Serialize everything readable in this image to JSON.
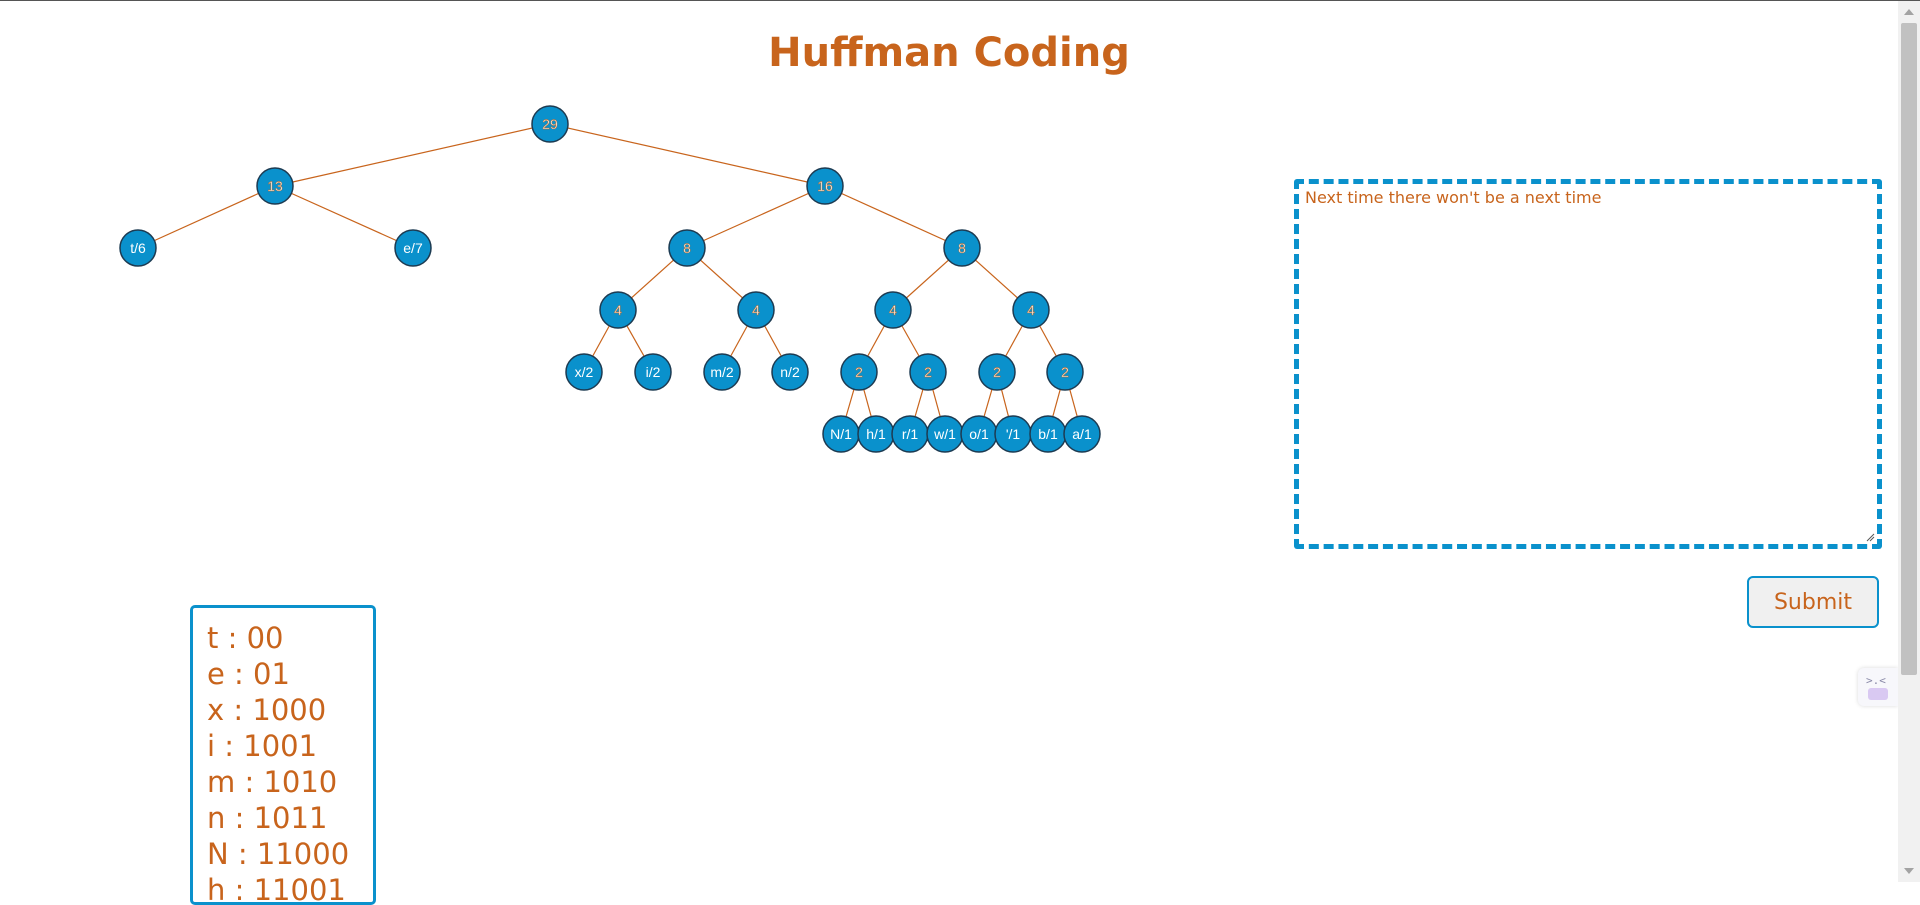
{
  "page": {
    "title": "Huffman Coding"
  },
  "colors": {
    "accent": "#c8641c",
    "node_fill": "#0a91cc",
    "border": "#0a91cc"
  },
  "tree": {
    "nodes": [
      {
        "id": "n29",
        "label": "29",
        "kind": "internal"
      },
      {
        "id": "n13",
        "label": "13",
        "kind": "internal"
      },
      {
        "id": "n16",
        "label": "16",
        "kind": "internal"
      },
      {
        "id": "t",
        "label": "t/6",
        "kind": "leaf"
      },
      {
        "id": "e",
        "label": "e/7",
        "kind": "leaf"
      },
      {
        "id": "n8a",
        "label": "8",
        "kind": "internal"
      },
      {
        "id": "n8b",
        "label": "8",
        "kind": "internal"
      },
      {
        "id": "n4a",
        "label": "4",
        "kind": "internal"
      },
      {
        "id": "n4b",
        "label": "4",
        "kind": "internal"
      },
      {
        "id": "n4c",
        "label": "4",
        "kind": "internal"
      },
      {
        "id": "n4d",
        "label": "4",
        "kind": "internal"
      },
      {
        "id": "x",
        "label": "x/2",
        "kind": "leaf"
      },
      {
        "id": "i",
        "label": "i/2",
        "kind": "leaf"
      },
      {
        "id": "m",
        "label": "m/2",
        "kind": "leaf"
      },
      {
        "id": "n",
        "label": "n/2",
        "kind": "leaf"
      },
      {
        "id": "n2a",
        "label": "2",
        "kind": "internal"
      },
      {
        "id": "n2b",
        "label": "2",
        "kind": "internal"
      },
      {
        "id": "n2c",
        "label": "2",
        "kind": "internal"
      },
      {
        "id": "n2d",
        "label": "2",
        "kind": "internal"
      },
      {
        "id": "N",
        "label": "N/1",
        "kind": "leaf"
      },
      {
        "id": "h",
        "label": "h/1",
        "kind": "leaf"
      },
      {
        "id": "r",
        "label": "r/1",
        "kind": "leaf"
      },
      {
        "id": "w",
        "label": "w/1",
        "kind": "leaf"
      },
      {
        "id": "o",
        "label": "o/1",
        "kind": "leaf"
      },
      {
        "id": "apos",
        "label": "'/1",
        "kind": "leaf"
      },
      {
        "id": "b",
        "label": "b/1",
        "kind": "leaf"
      },
      {
        "id": "a",
        "label": "a/1",
        "kind": "leaf"
      }
    ],
    "edges": [
      [
        "n29",
        "n13"
      ],
      [
        "n29",
        "n16"
      ],
      [
        "n13",
        "t"
      ],
      [
        "n13",
        "e"
      ],
      [
        "n16",
        "n8a"
      ],
      [
        "n16",
        "n8b"
      ],
      [
        "n8a",
        "n4a"
      ],
      [
        "n8a",
        "n4b"
      ],
      [
        "n8b",
        "n4c"
      ],
      [
        "n8b",
        "n4d"
      ],
      [
        "n4a",
        "x"
      ],
      [
        "n4a",
        "i"
      ],
      [
        "n4b",
        "m"
      ],
      [
        "n4b",
        "n"
      ],
      [
        "n4c",
        "n2a"
      ],
      [
        "n4c",
        "n2b"
      ],
      [
        "n4d",
        "n2c"
      ],
      [
        "n4d",
        "n2d"
      ],
      [
        "n2a",
        "N"
      ],
      [
        "n2a",
        "h"
      ],
      [
        "n2b",
        "r"
      ],
      [
        "n2b",
        "w"
      ],
      [
        "n2c",
        "o"
      ],
      [
        "n2c",
        "apos"
      ],
      [
        "n2d",
        "b"
      ],
      [
        "n2d",
        "a"
      ]
    ]
  },
  "input": {
    "value": "Next time there won't be a next time"
  },
  "submit": {
    "label": "Submit"
  },
  "codes": [
    {
      "text": "t : 00"
    },
    {
      "text": "e : 01"
    },
    {
      "text": "x : 1000"
    },
    {
      "text": "i : 1001"
    },
    {
      "text": "m : 1010"
    },
    {
      "text": "n : 1011"
    },
    {
      "text": "N : 11000"
    },
    {
      "text": "h : 11001"
    }
  ]
}
